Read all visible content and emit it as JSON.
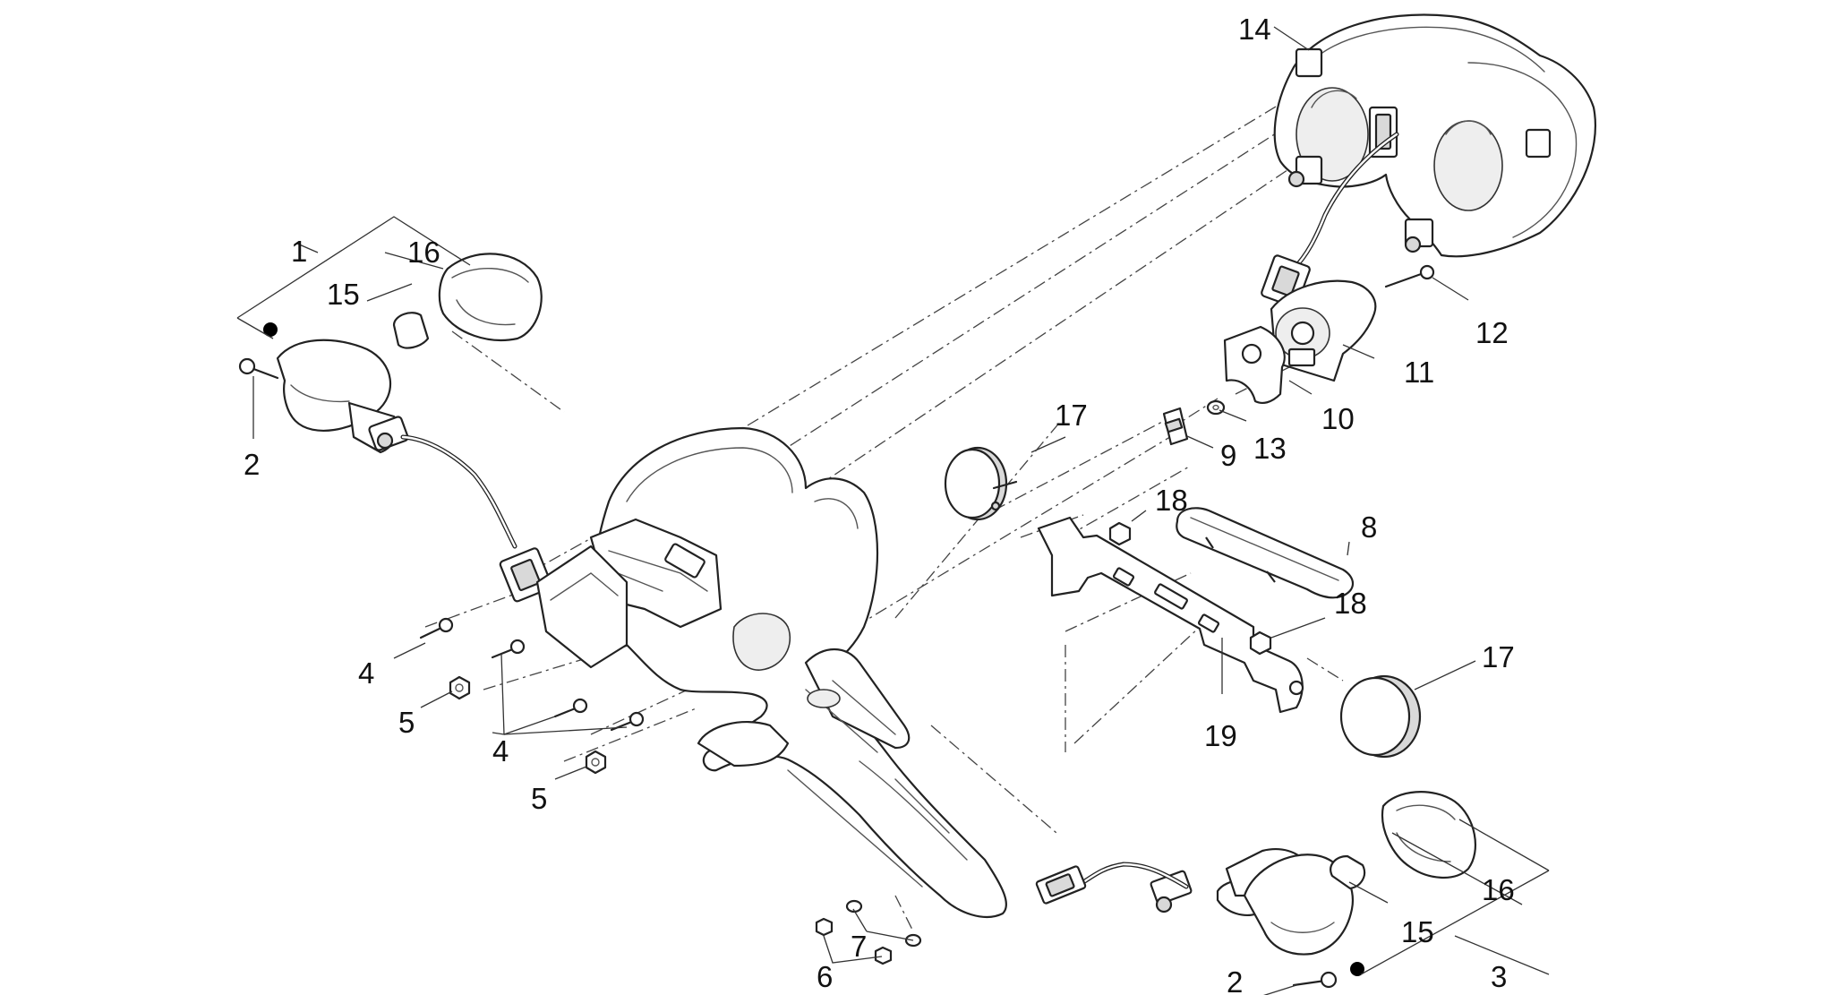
{
  "callouts": {
    "n1": "1",
    "n2a": "2",
    "n2b": "2",
    "n3": "3",
    "n4a": "4",
    "n4b": "4",
    "n5a": "5",
    "n5b": "5",
    "n6": "6",
    "n7": "7",
    "n8": "8",
    "n9": "9",
    "n10": "10",
    "n11": "11",
    "n12": "12",
    "n13": "13",
    "n14": "14",
    "n15a": "15",
    "n15b": "15",
    "n16a": "16",
    "n16b": "16",
    "n17a": "17",
    "n17b": "17",
    "n18a": "18",
    "n18b": "18",
    "n19": "19"
  },
  "colors": {
    "line": "#222222",
    "background": "#ffffff",
    "assembly_marker": "#000000"
  }
}
